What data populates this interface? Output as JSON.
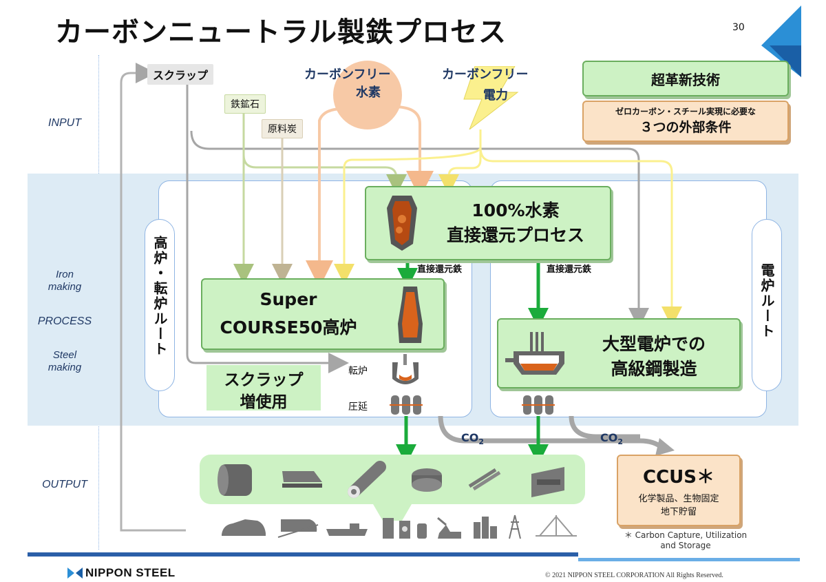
{
  "header": {
    "title": "カーボンニュートラル製鉄プロセス",
    "page_number": "30"
  },
  "side_labels": {
    "input": "INPUT",
    "iron_making": "Iron\nmaking",
    "process": "PROCESS",
    "steel_making": "Steel\nmaking",
    "output": "OUTPUT"
  },
  "inputs": {
    "scrap": "スクラップ",
    "iron_ore": "鉄鉱石",
    "coking_coal": "原料炭",
    "h2_line1": "カーボンフリー",
    "h2_line2": "水素",
    "power_line1": "カーボンフリー",
    "power_line2": "電力"
  },
  "conditions": {
    "tech": "超革新技術",
    "subtitle": "ゼロカーボン・スチール実現に必要な",
    "title": "３つの外部条件"
  },
  "routes": {
    "bf_route": "高炉・転炉ルート",
    "eaf_route": "電炉ルート"
  },
  "process": {
    "h2_dr_line1": "100%水素",
    "h2_dr_line2": "直接還元プロセス",
    "dri_left": "直接還元鉄",
    "dri_right": "直接還元鉄",
    "sc50_line1": "Super",
    "sc50_line2": "COURSE50高炉",
    "eaf_line1": "大型電炉での",
    "eaf_line2": "高級鋼製造",
    "scrap_use_line1": "スクラップ",
    "scrap_use_line2": "増使用",
    "converter": "転炉",
    "rolling": "圧延",
    "co2_left": "CO",
    "co2_left_sub": "2",
    "co2_right": "CO",
    "co2_right_sub": "2"
  },
  "ccus": {
    "title": "CCUS＊",
    "line1": "化学製品、生物固定",
    "line2": "地下貯留",
    "note_line1": "＊ Carbon Capture, Utilization",
    "note_line2": "and Storage"
  },
  "footer": {
    "logo": "NIPPON STEEL",
    "copyright": "© 2021 NIPPON STEEL CORPORATION All Rights Reserved."
  },
  "colors": {
    "process_green": "#cdf2c4",
    "arrow_green": "#1bab3b",
    "hydrogen": "#f7c9a6",
    "power": "#fbf08e",
    "scrap_gray": "#a6a6a6",
    "ore": "#c6d9a0",
    "coal": "#d9cfb6",
    "band_blue": "#ddebf5",
    "ccus_orange": "#fbe3c8"
  }
}
